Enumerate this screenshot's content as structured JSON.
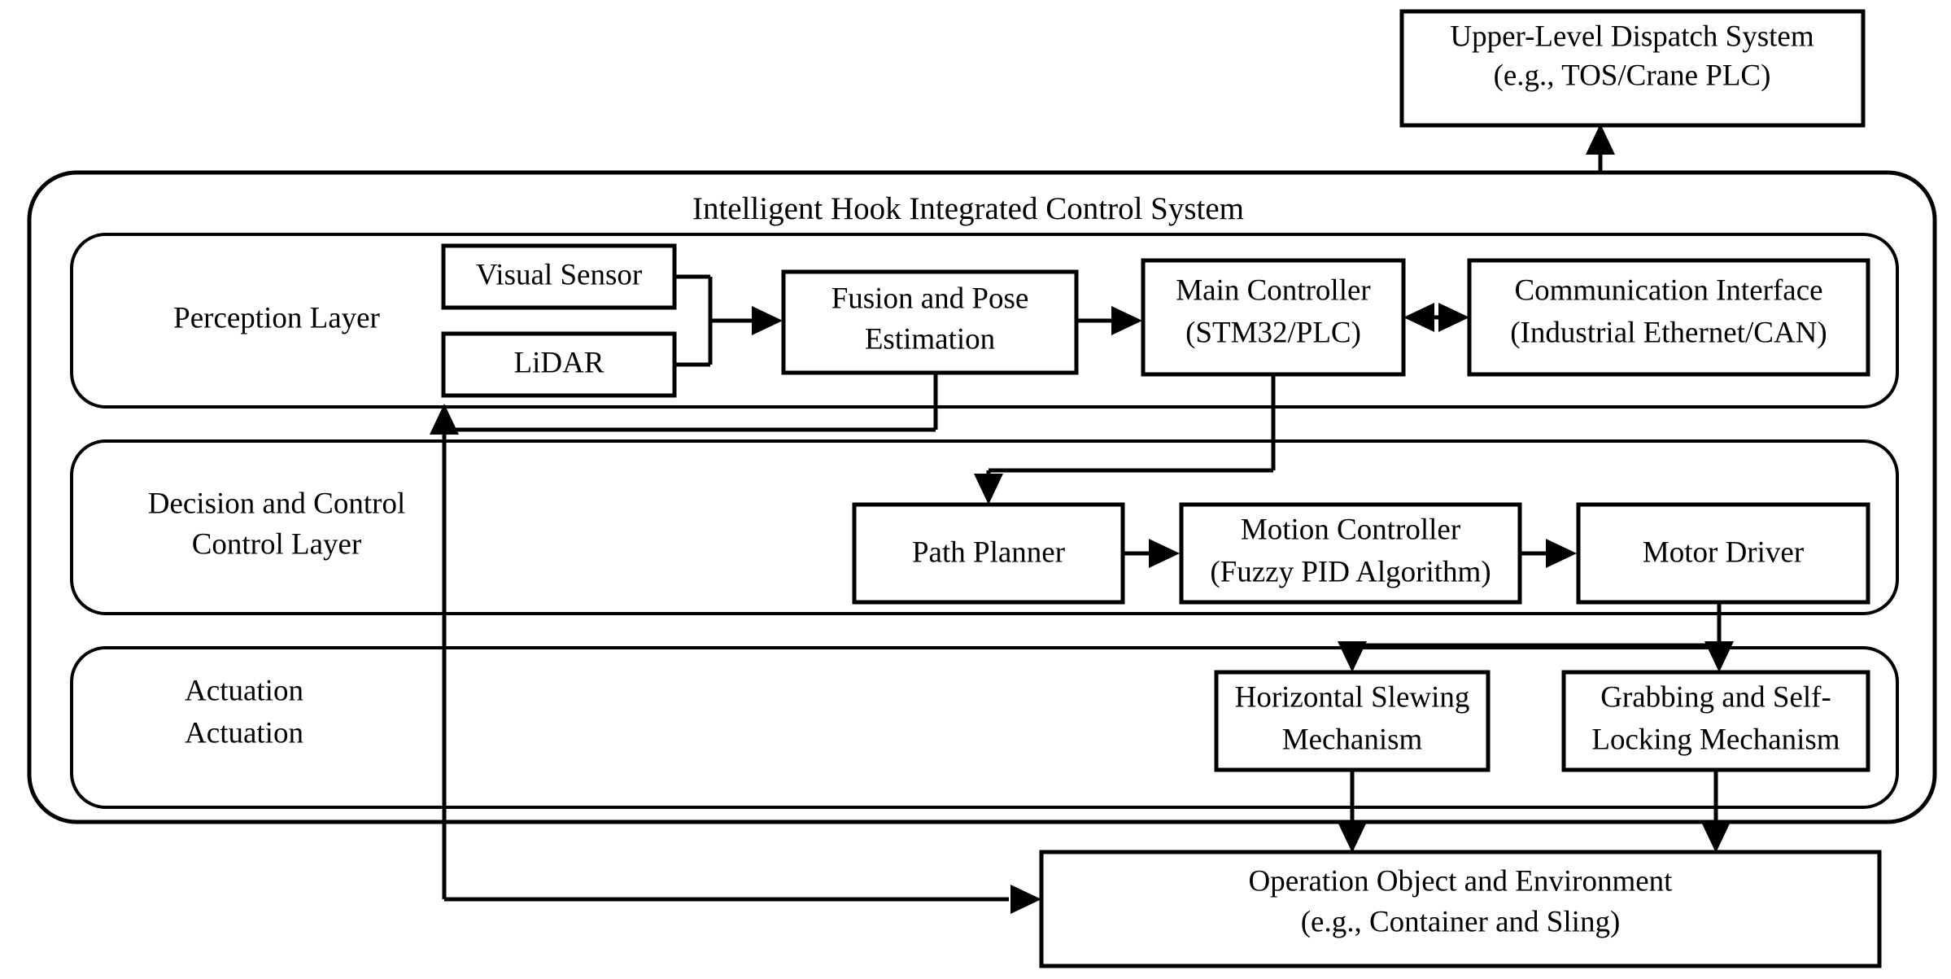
{
  "diagram": {
    "title": "Intelligent Hook Integrated Control System",
    "type": "system-architecture-block-diagram",
    "external_nodes": {
      "dispatch": {
        "line1": "Upper-Level Dispatch System",
        "line2": "(e.g., TOS/Crane PLC)"
      },
      "operation_object": {
        "line1": "Operation Object and Environment",
        "line2": "(e.g., Container and Sling)"
      }
    },
    "layers": [
      {
        "id": "perception",
        "label_line1": "Perception Layer",
        "label_line2": "",
        "nodes": [
          {
            "id": "visual-sensor",
            "line1": "Visual Sensor",
            "line2": ""
          },
          {
            "id": "lidar",
            "line1": "LiDAR",
            "line2": ""
          },
          {
            "id": "fusion",
            "line1": "Fusion and Pose",
            "line2": "Estimation"
          },
          {
            "id": "main-controller",
            "line1": "Main Controller",
            "line2": "(STM32/PLC)"
          },
          {
            "id": "comm-interface",
            "line1": "Communication Interface",
            "line2": "(Industrial Ethernet/CAN)"
          }
        ]
      },
      {
        "id": "decision",
        "label_line1": "Decision and Control",
        "label_line2": "Control Layer",
        "nodes": [
          {
            "id": "path-planner",
            "line1": "Path Planner",
            "line2": ""
          },
          {
            "id": "motion-controller",
            "line1": "Motion Controller",
            "line2": "(Fuzzy PID Algorithm)"
          },
          {
            "id": "motor-driver",
            "line1": "Motor Driver",
            "line2": ""
          }
        ]
      },
      {
        "id": "actuation",
        "label_line1": "Actuation",
        "label_line2": "Actuation",
        "nodes": [
          {
            "id": "horizontal-slewing",
            "line1": "Horizontal Slewing",
            "line2": "Mechanism"
          },
          {
            "id": "grabbing-locking",
            "line1": "Grabbing and Self-",
            "line2": "Locking Mechanism"
          }
        ]
      }
    ],
    "connections": [
      {
        "from": "visual-sensor",
        "to": "fusion",
        "style": "merge-arrow"
      },
      {
        "from": "lidar",
        "to": "fusion",
        "style": "merge-arrow"
      },
      {
        "from": "fusion",
        "to": "main-controller",
        "style": "arrow"
      },
      {
        "from": "main-controller",
        "to": "comm-interface",
        "style": "double-arrow"
      },
      {
        "from": "comm-interface",
        "to": "dispatch",
        "style": "double-arrow"
      },
      {
        "from": "fusion",
        "to": "lidar",
        "style": "feedback-arrow"
      },
      {
        "from": "main-controller",
        "to": "path-planner",
        "style": "arrow"
      },
      {
        "from": "path-planner",
        "to": "motion-controller",
        "style": "arrow"
      },
      {
        "from": "motion-controller",
        "to": "motor-driver",
        "style": "arrow"
      },
      {
        "from": "motor-driver",
        "to": "horizontal-slewing",
        "style": "arrow"
      },
      {
        "from": "motor-driver",
        "to": "grabbing-locking",
        "style": "arrow"
      },
      {
        "from": "horizontal-slewing",
        "to": "operation_object",
        "style": "arrow"
      },
      {
        "from": "grabbing-locking",
        "to": "operation_object",
        "style": "arrow"
      },
      {
        "from": "operation_object",
        "to": "perception",
        "style": "feedback-arrow"
      }
    ],
    "colors": {
      "stroke": "#000000",
      "fill": "#ffffff",
      "text": "#000000"
    }
  }
}
